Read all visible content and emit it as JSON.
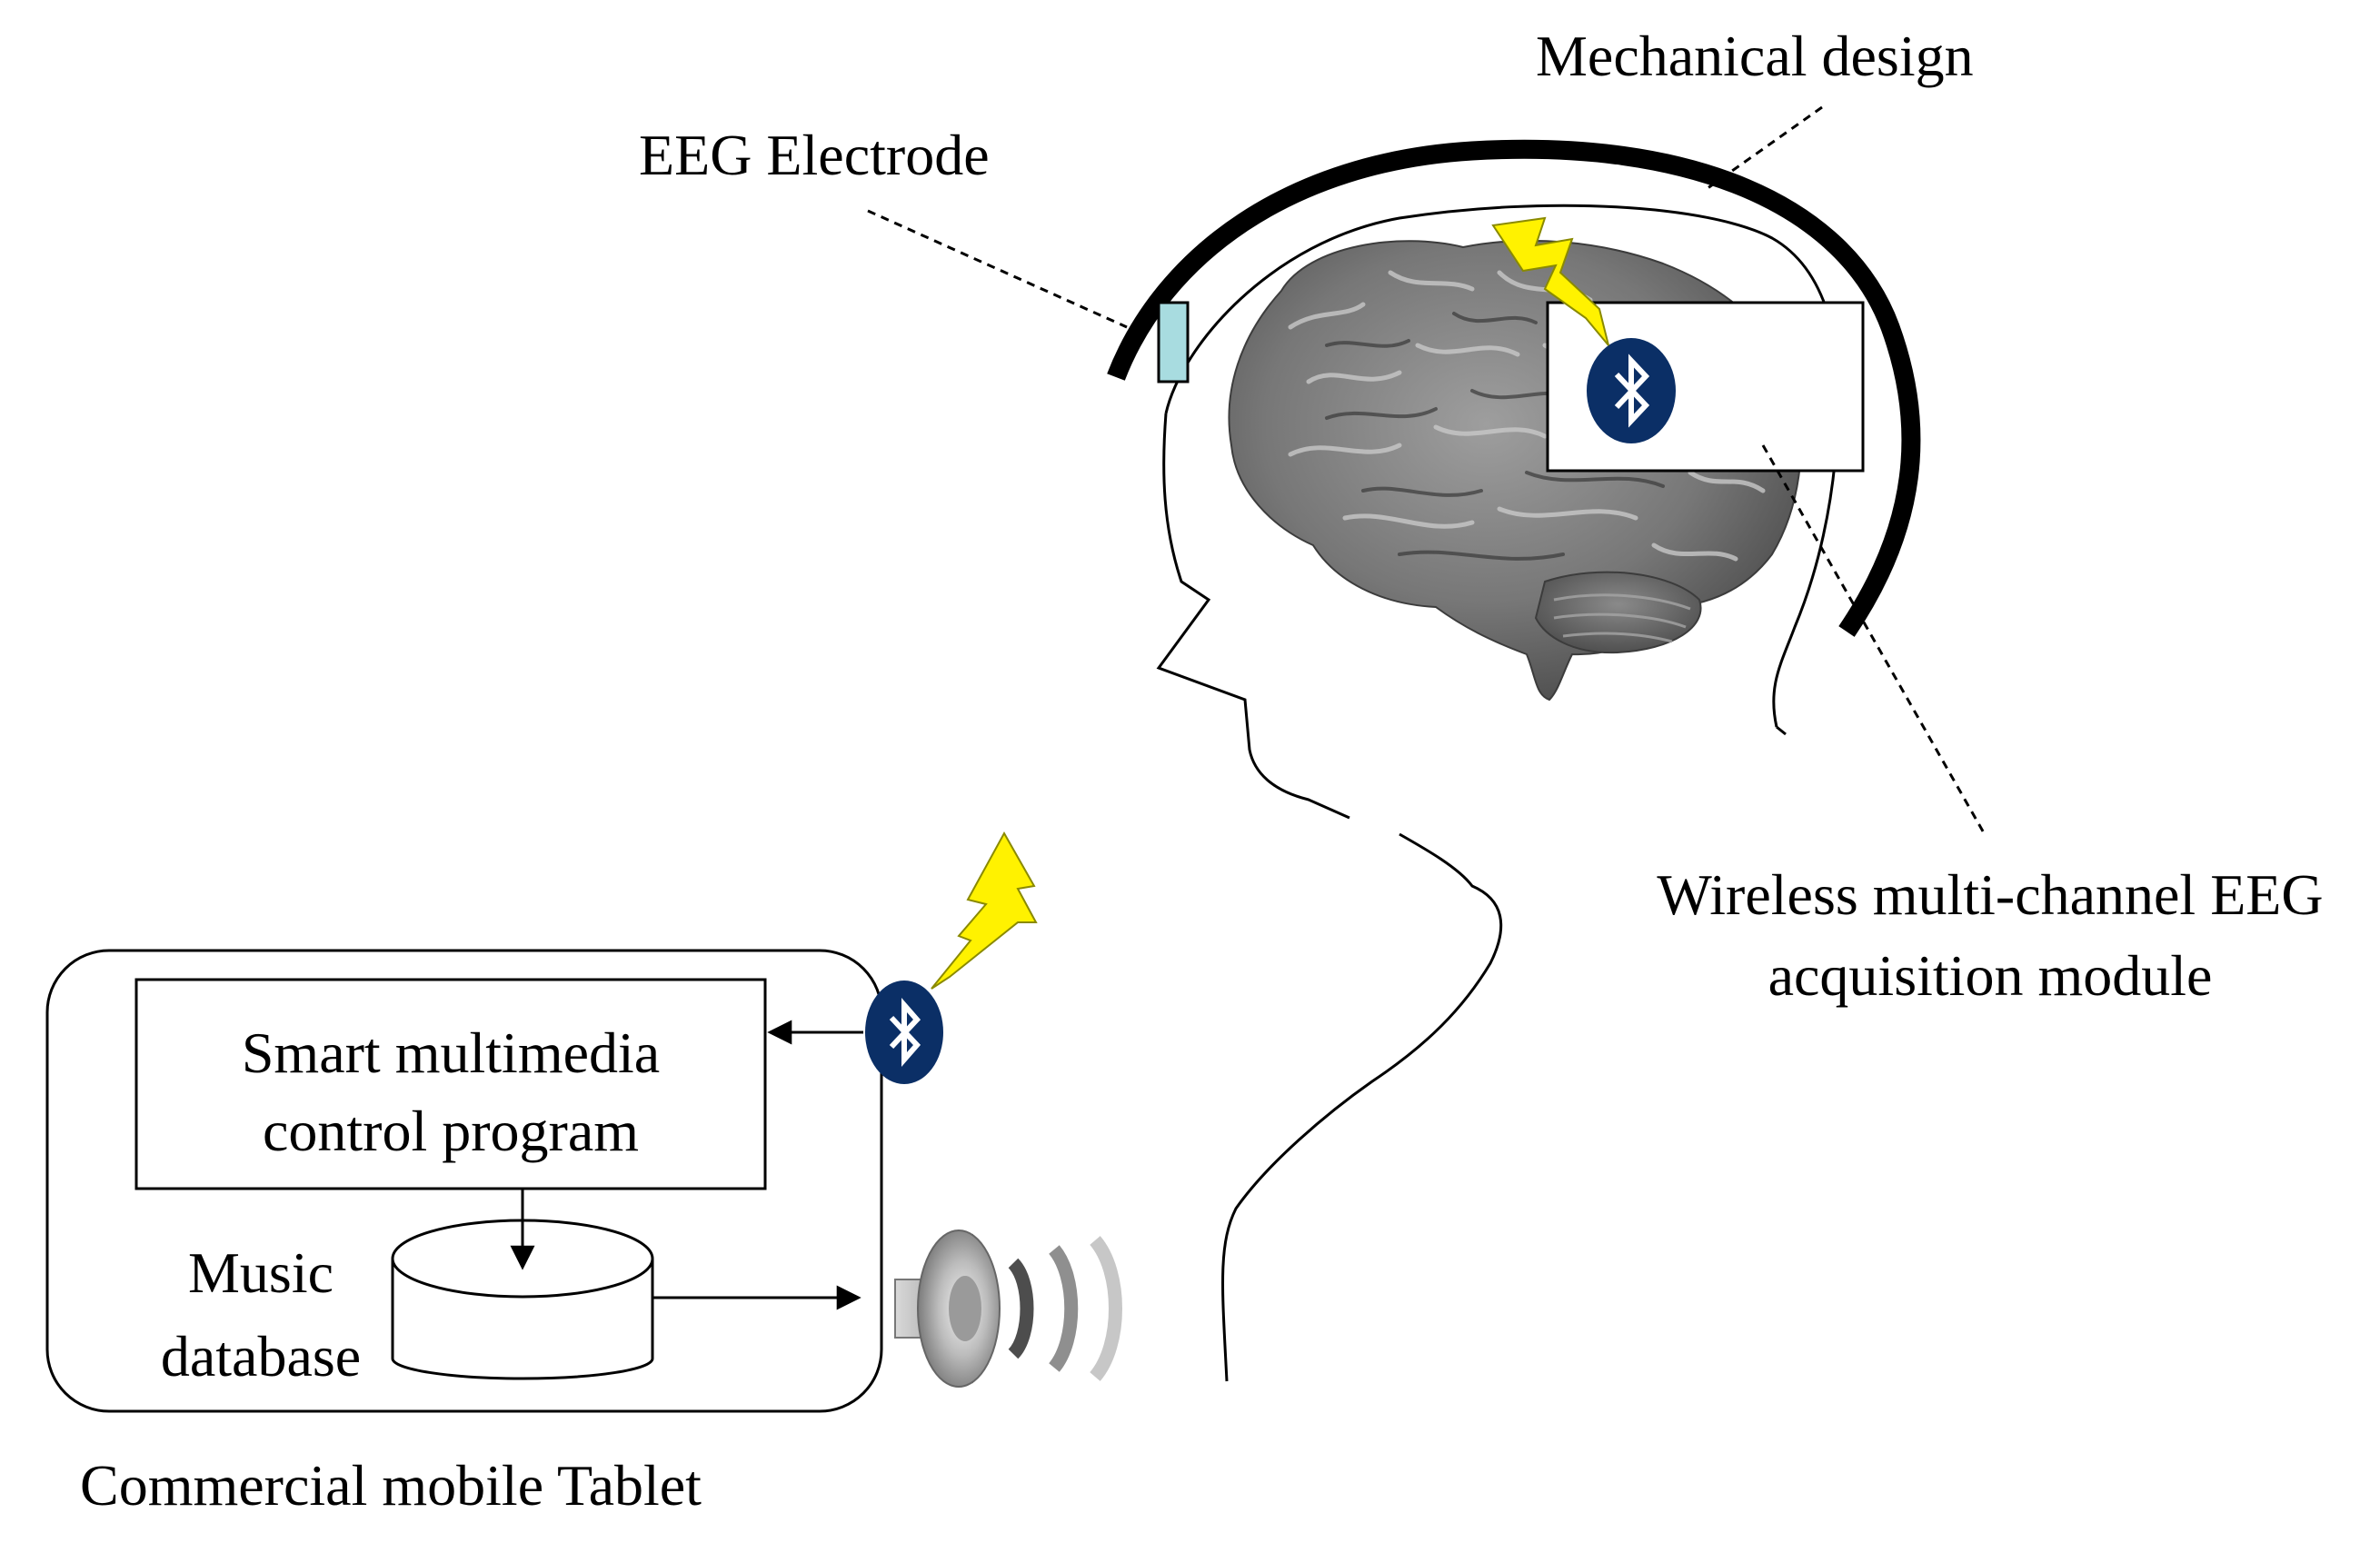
{
  "labels": {
    "mechanical_design": "Mechanical design",
    "eeg_electrode": "EEG Electrode",
    "wireless_module_line1": "Wireless multi-channel EEG",
    "wireless_module_line2": "acquisition module",
    "control_program_line1": "Smart multimedia",
    "control_program_line2": "control program",
    "music_db_line1": "Music",
    "music_db_line2": "database",
    "tablet": "Commercial mobile Tablet"
  },
  "icons": {
    "bluetooth": "bluetooth-icon",
    "lightning": "lightning-icon",
    "speaker": "speaker-icon",
    "brain": "brain-illustration"
  },
  "colors": {
    "bluetooth": "#0b2f66",
    "lightning": "#fff200",
    "electrode": "#a8dce0",
    "brain": "#808080"
  }
}
